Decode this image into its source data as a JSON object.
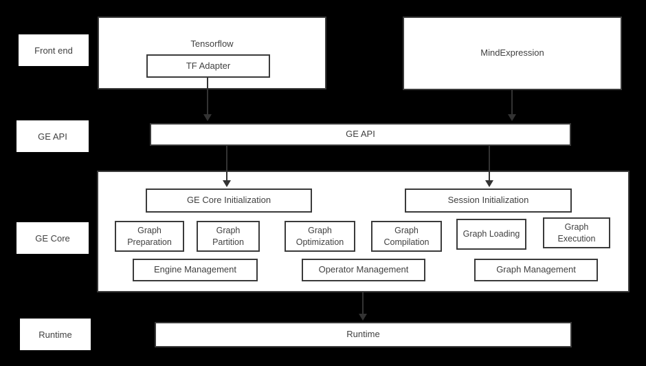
{
  "colors": {
    "bg": "#000000",
    "box_fill": "#ffffff",
    "border": "#3a3a3a",
    "text": "#404040",
    "arrow": "#333333"
  },
  "layer_labels": [
    {
      "label": "Front end"
    },
    {
      "label": "GE API"
    },
    {
      "label": "GE Core"
    },
    {
      "label": "Runtime"
    }
  ],
  "front_end": {
    "tensorflow_title": "Tensorflow",
    "tf_adapter_label": "TF Adapter",
    "mindexpression_label": "MindExpression"
  },
  "ge_api": {
    "label": "GE API"
  },
  "ge_core": {
    "init_boxes": [
      {
        "label": "GE Core Initialization"
      },
      {
        "label": "Session Initialization"
      }
    ],
    "stage_boxes": [
      "Graph Preparation",
      "Graph Partition",
      "Graph Optimization",
      "Graph Compilation",
      "Graph Loading",
      "Graph Execution"
    ],
    "management_boxes": [
      "Engine Management",
      "Operator Management",
      "Graph Management"
    ]
  },
  "runtime": {
    "label": "Runtime"
  }
}
